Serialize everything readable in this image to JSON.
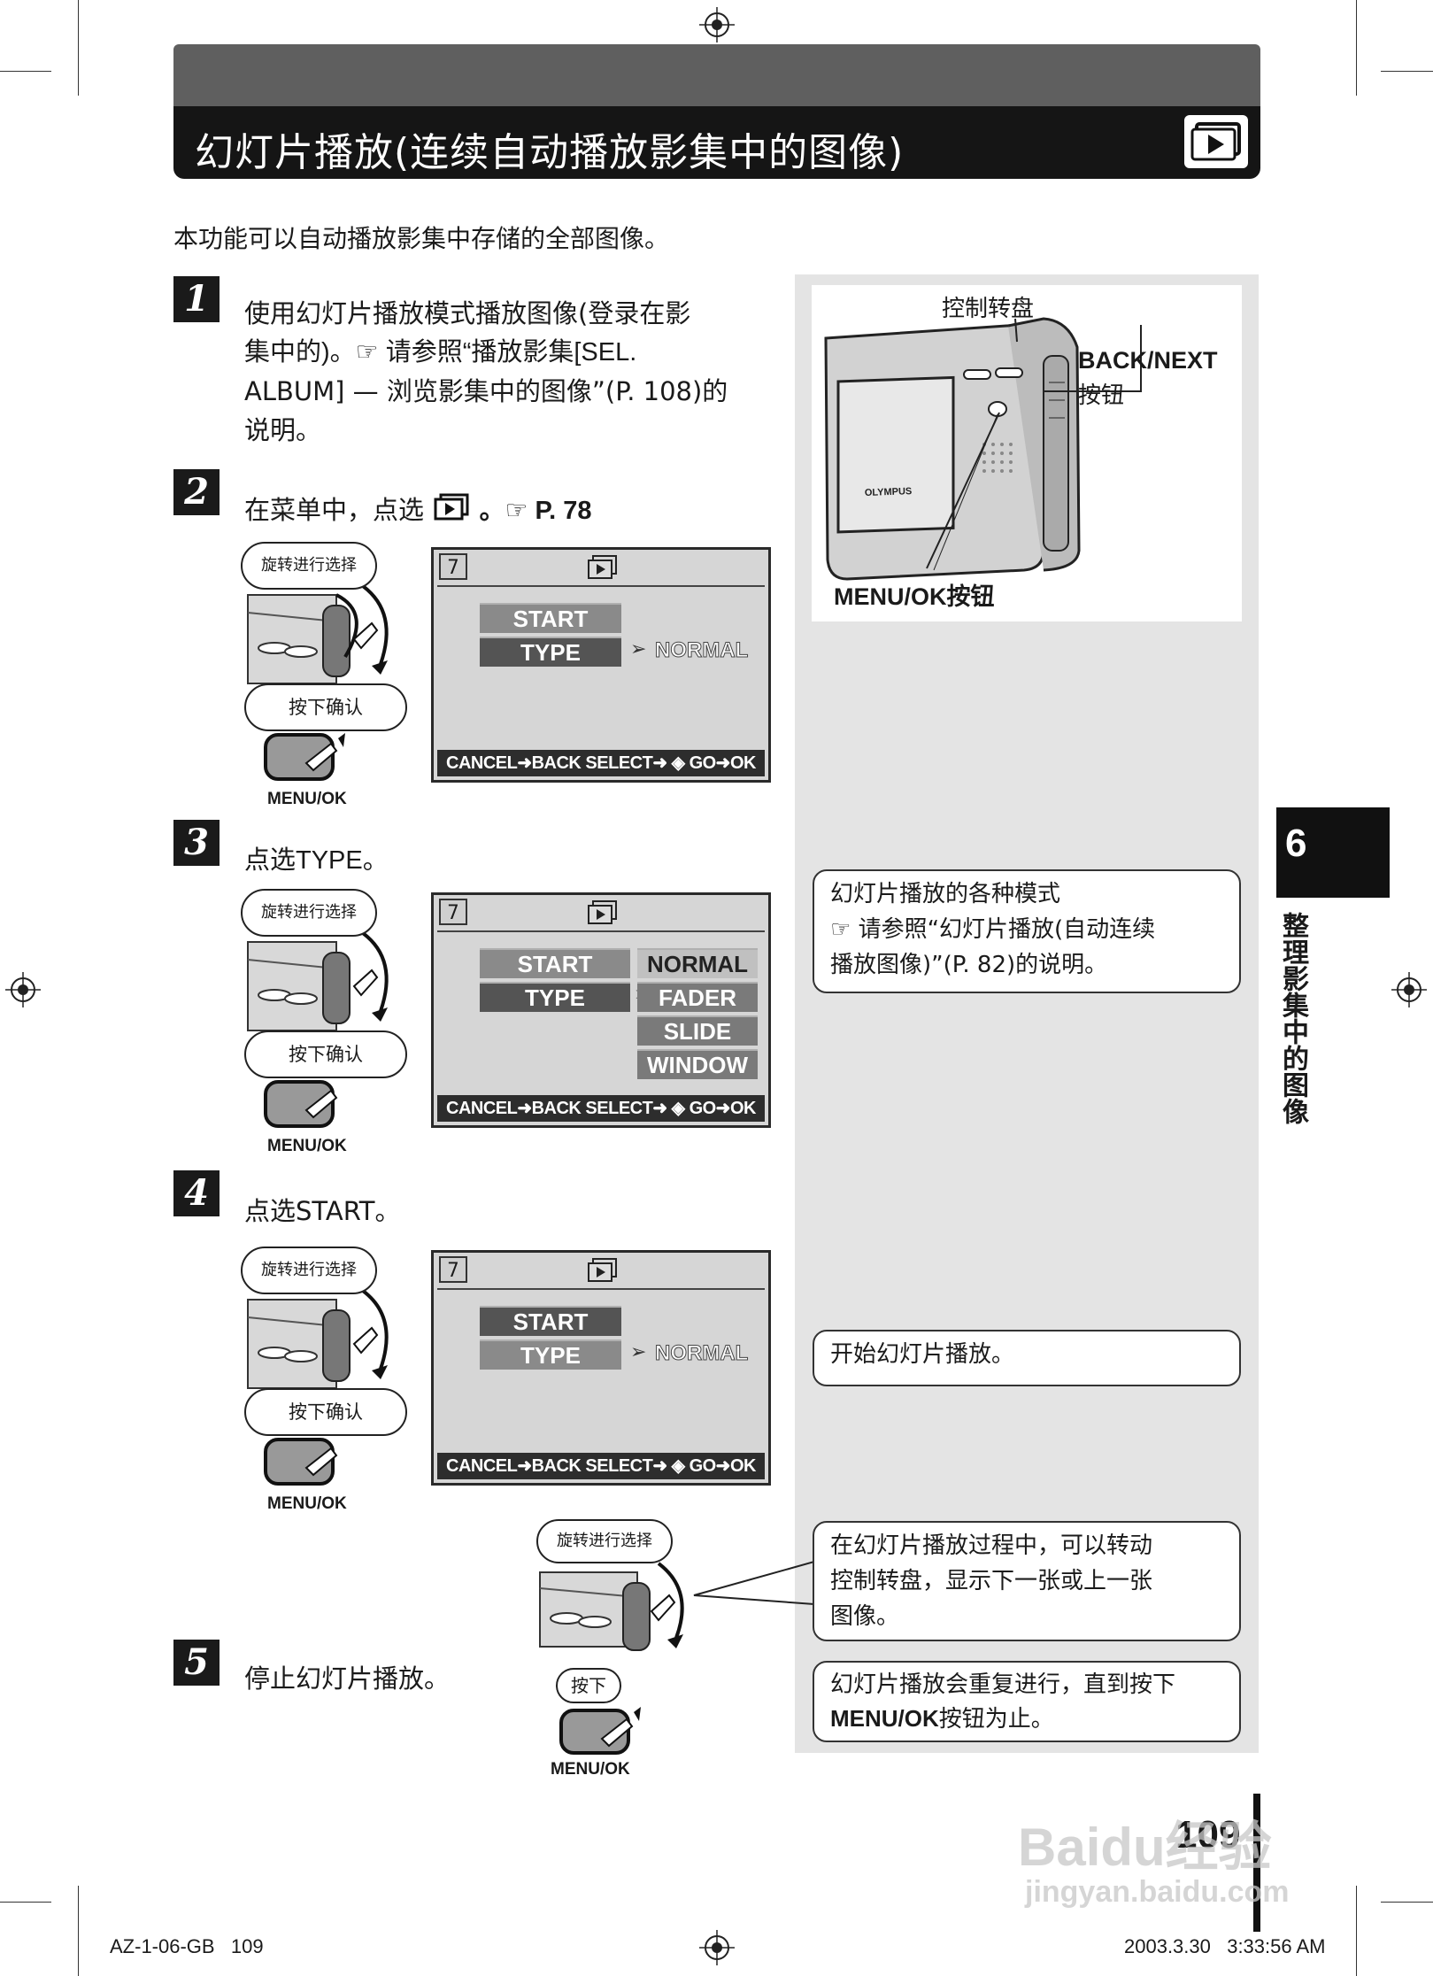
{
  "header": {
    "title": "幻灯片播放(连续自动播放影集中的图像)",
    "icon": "album-playback-icon"
  },
  "intro": "本功能可以自动播放影集中存储的全部图像。",
  "steps": [
    {
      "num": "1",
      "lines": [
        "使用幻灯片播放模式播放图像(登录在影",
        "集中的)。☞ 请参照“播放影集[SEL.",
        "ALBUM] — 浏览影集中的图像”(P. 108)的",
        "说明。"
      ]
    },
    {
      "num": "2",
      "text_pre": "在菜单中，点选",
      "text_post": "。☞ P. 78"
    },
    {
      "num": "3",
      "text": "点选TYPE。"
    },
    {
      "num": "4",
      "text": "点选START。"
    },
    {
      "num": "5",
      "text": "停止幻灯片播放。"
    }
  ],
  "camera_diagram": {
    "label_dial": "控制转盘",
    "label_back_next_1": "BACK/NEXT",
    "label_back_next_2": "按钮",
    "label_menu_ok": "MENU/OK按钮",
    "brand": "OLYMPUS"
  },
  "dial_labels": {
    "rotate": "旋转进行选择",
    "press_confirm": "按下确认",
    "press": "按下",
    "menu_ok": "MENU/OK"
  },
  "screens": {
    "num": "7",
    "start": "START",
    "type": "TYPE",
    "normal": "NORMAL",
    "options": [
      "NORMAL",
      "FADER",
      "SLIDE",
      "WINDOW"
    ],
    "bar": "CANCEL➜BACK SELECT➜ ◈ GO➜OK"
  },
  "notes": {
    "modes": [
      "幻灯片播放的各种模式",
      "☞ 请参照“幻灯片播放(自动连续",
      "播放图像)”(P. 82)的说明。"
    ],
    "start": "开始幻灯片播放。",
    "rotate": [
      "在幻灯片播放过程中，可以转动",
      "控制转盘，显示下一张或上一张",
      "图像。"
    ],
    "stop_1": "幻灯片播放会重复进行，直到按下",
    "stop_2_bold": "MENU/OK",
    "stop_2_rest": "按钮为止。"
  },
  "tab": {
    "number": "6",
    "text": "整理影集中的图像"
  },
  "page_number": "109",
  "footer": {
    "left": "AZ-1-06-GB   109",
    "right": "2003.3.30   3:33:56 AM"
  },
  "watermark": {
    "main": "Baidu经验",
    "sub": "jingyan.baidu.com"
  }
}
